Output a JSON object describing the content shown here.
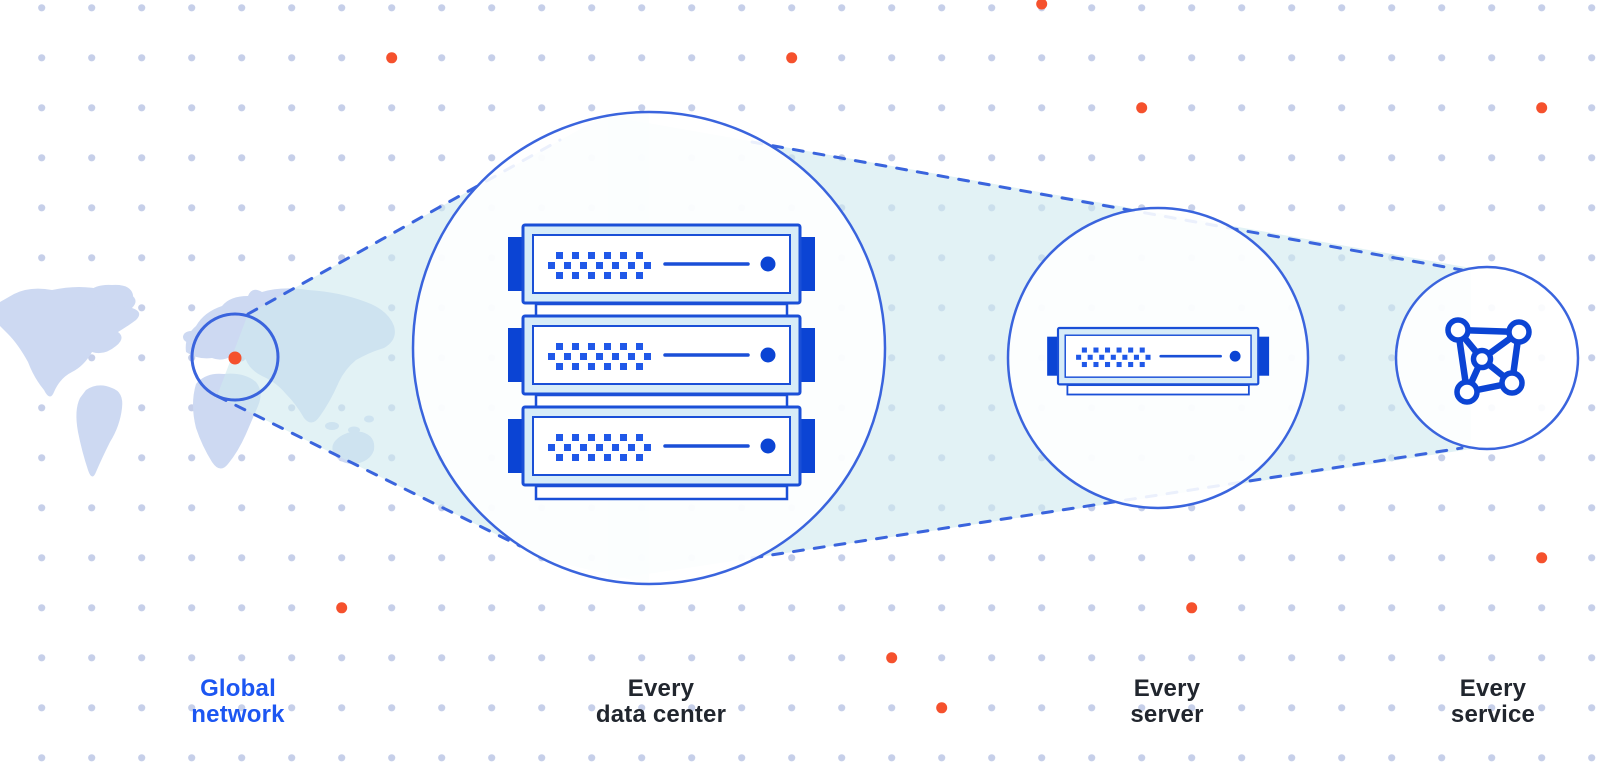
{
  "labels": {
    "global_network": {
      "line1": "Global",
      "line2": "network"
    },
    "every_data_center": {
      "line1": "Every",
      "line2": "data center"
    },
    "every_server": {
      "line1": "Every",
      "line2": "server"
    },
    "every_service": {
      "line1": "Every",
      "line2": "service"
    }
  },
  "icons": {
    "map": "world-map",
    "map_marker": "location-dot",
    "data_center": "server-stack-icon",
    "server": "server-icon",
    "service": "network-mesh-icon",
    "background": "dot-grid-pattern"
  },
  "colors": {
    "accent_blue": "#3a64dd",
    "border_blue": "#1a4fd7",
    "dark_blue": "#0b44d4",
    "square_blue": "#2058e8",
    "server_fill": "#d7ecf8",
    "beam_fill": "#cfe9ef",
    "map_fill": "#cdd9f2",
    "grid_dot": "#c6cfe9",
    "orange": "#f5512d",
    "text_dark": "#21262e",
    "text_blue": "#1c56f2"
  }
}
